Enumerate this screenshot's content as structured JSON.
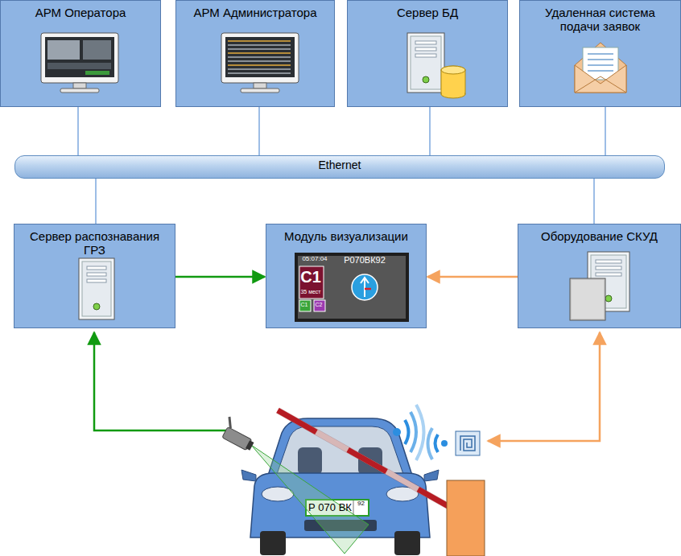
{
  "diagram": {
    "nodes": [
      {
        "text": [
          "АРМ Оператора"
        ]
      },
      {
        "text": [
          "АРМ Администратора"
        ]
      },
      {
        "text": [
          "Сервер БД"
        ]
      },
      {
        "text": [
          "Удаленная система подачи заявок"
        ]
      },
      {
        "text": [
          "Ethernet"
        ]
      },
      {
        "text": [
          "Сервер распознавания ГРЗ"
        ]
      },
      {
        "text": [
          "Модуль визуализации"
        ]
      },
      {
        "text": [
          "Оборудование СКУД"
        ]
      }
    ],
    "edges": [
      {
        "from": 0,
        "to": 4,
        "arrow": "none"
      },
      {
        "from": 1,
        "to": 4,
        "arrow": "none"
      },
      {
        "from": 2,
        "to": 4,
        "arrow": "none"
      },
      {
        "from": 3,
        "to": 4,
        "arrow": "none"
      },
      {
        "from": 5,
        "to": 4,
        "arrow": "none"
      },
      {
        "from": 7,
        "to": 4,
        "arrow": "none"
      },
      {
        "from": 5,
        "to": 6,
        "arrow": "to"
      },
      {
        "from": 7,
        "to": 6,
        "arrow": "to"
      }
    ],
    "labels": [
      "05:07:04",
      "Р070ВК92",
      "С1",
      "35 мест",
      "С1",
      "С2",
      "Р 070 ВК",
      "92"
    ]
  }
}
